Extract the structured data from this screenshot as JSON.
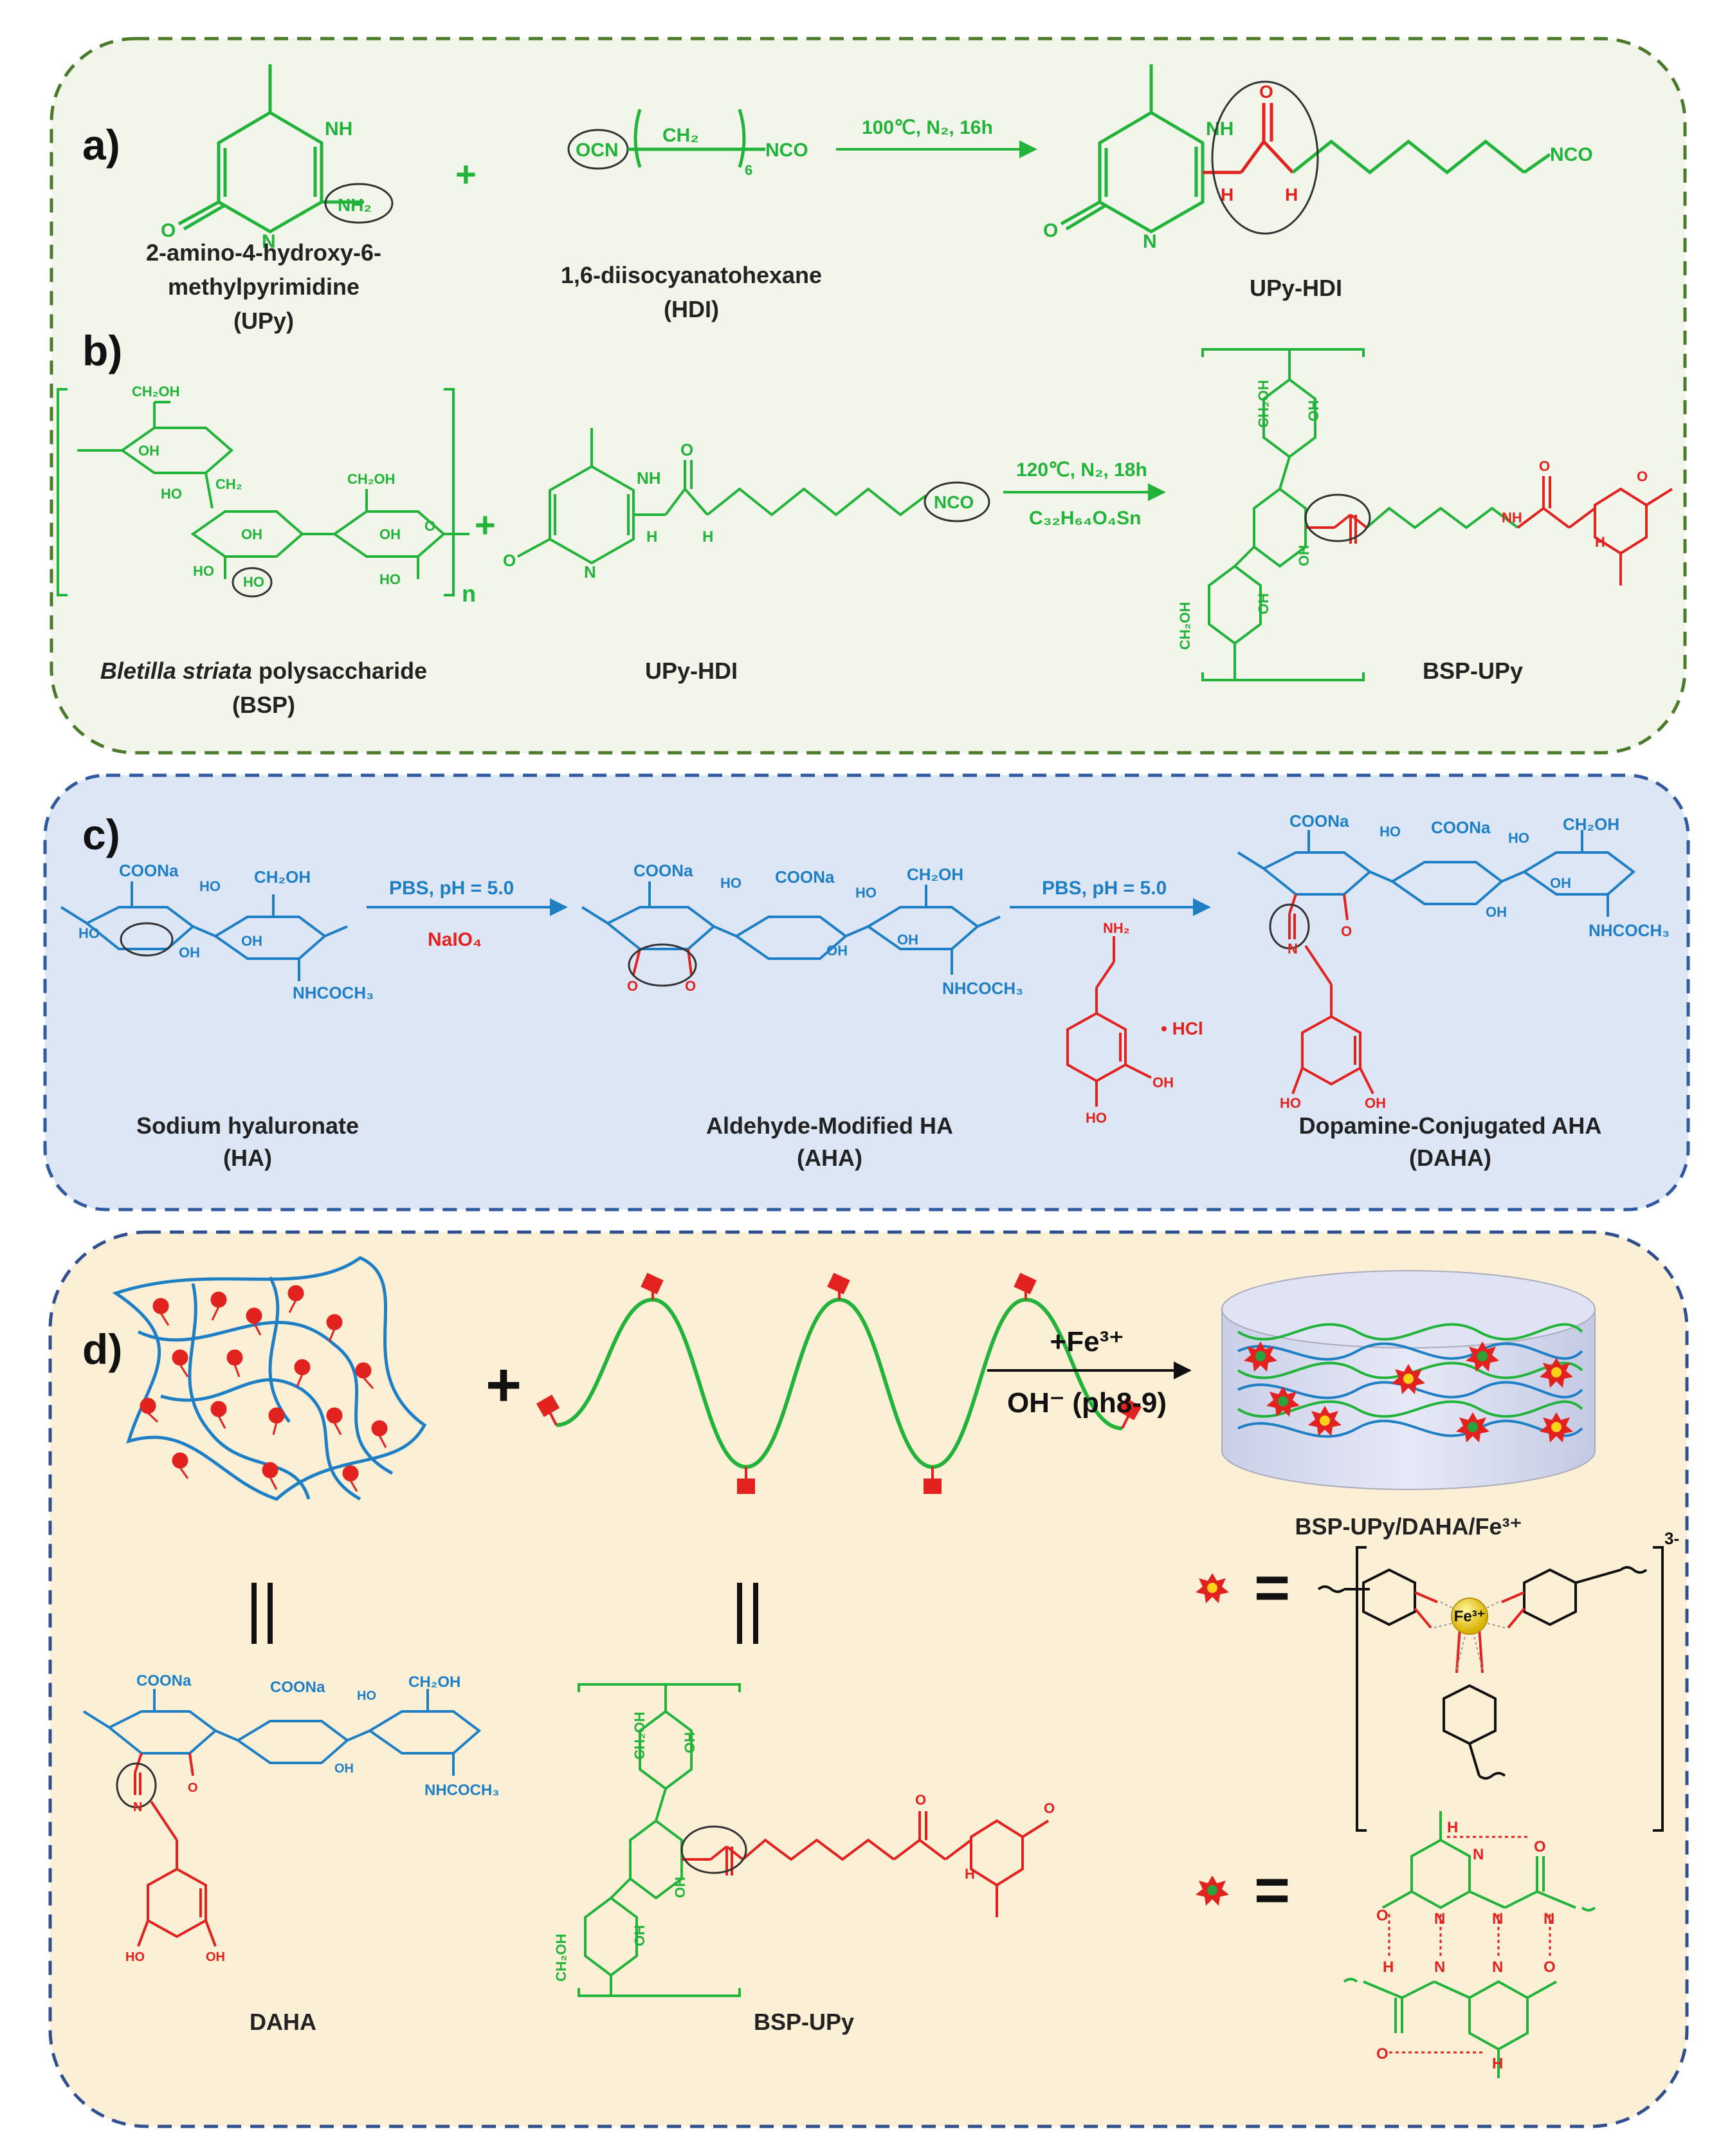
{
  "panels": {
    "a": {
      "letter": "a)",
      "reactant1_name": [
        "2-amino-4-hydroxy-6-",
        "methylpyrimidine",
        "(UPy)"
      ],
      "reactant2_name": [
        "1,6-diisocyanatohexane",
        "(HDI)"
      ],
      "product_name": "UPy-HDI",
      "condition": "100℃, N₂, 16h",
      "plus": "+",
      "atoms": {
        "nh": "NH",
        "n": "N",
        "o": "O",
        "nh2": "NH₂",
        "ocn": "OCN",
        "nco": "NCO",
        "h": "H",
        "ch2": "CH₂",
        "sub6": "6"
      }
    },
    "b": {
      "letter": "b)",
      "reactant1_name_italic": "Bletilla striata",
      "reactant1_name_rest": " polysaccharide",
      "reactant1_abbrev": "(BSP)",
      "reactant2_name": "UPy-HDI",
      "product_name": "BSP-UPy",
      "condition1": "120℃, N₂, 18h",
      "condition2": "C₃₂H₆₄O₄Sn",
      "plus": "+",
      "repeat": "n",
      "atoms": {
        "ch2oh": "CH₂OH",
        "oh": "OH",
        "ho": "HO",
        "ch2": "CH₂",
        "o": "O",
        "nco": "NCO",
        "nh": "NH",
        "n": "N",
        "h": "H"
      }
    },
    "c": {
      "letter": "c)",
      "reactant_name": [
        "Sodium hyaluronate",
        "(HA)"
      ],
      "intermediate_name": [
        "Aldehyde-Modified HA",
        "(AHA)"
      ],
      "product_name": [
        "Dopamine-Conjugated AHA",
        "(DAHA)"
      ],
      "condition1_top": "PBS, pH = 5.0",
      "condition1_bottom": "NaIO₄",
      "condition2_top": "PBS, pH = 5.0",
      "hcl": "• HCl",
      "atoms": {
        "coona": "COONa",
        "ch2oh": "CH₂OH",
        "nhcoch3": "NHCOCH₃",
        "ho": "HO",
        "oh": "OH",
        "o": "O",
        "nh2": "NH₂",
        "n": "N"
      }
    },
    "d": {
      "letter": "d)",
      "plus": "+",
      "condition_top": "+Fe³⁺",
      "condition_bottom": "OH⁻ (ph8-9)",
      "gel_name": "BSP-UPy/DAHA/Fe³⁺",
      "left_name": "DAHA",
      "middle_name": "BSP-UPy",
      "equals": "=",
      "charge": "3-",
      "fe": "Fe³⁺",
      "atoms": {
        "coona": "COONa",
        "ch2oh": "CH₂OH",
        "nhcoch3": "NHCOCH₃",
        "ho": "HO",
        "oh": "OH",
        "o": "O",
        "n": "N",
        "h": "H"
      }
    }
  },
  "colors": {
    "panel_ab_bg": "#f2f5ea",
    "panel_ab_border": "#4a7a2a",
    "panel_c_bg": "#dce6f5",
    "panel_c_border": "#2f5aa0",
    "panel_d_bg": "#fbefd6",
    "panel_d_border": "#2f4f8f",
    "green": "#22b33a",
    "red": "#e2221f",
    "blue": "#1f7fc4"
  }
}
